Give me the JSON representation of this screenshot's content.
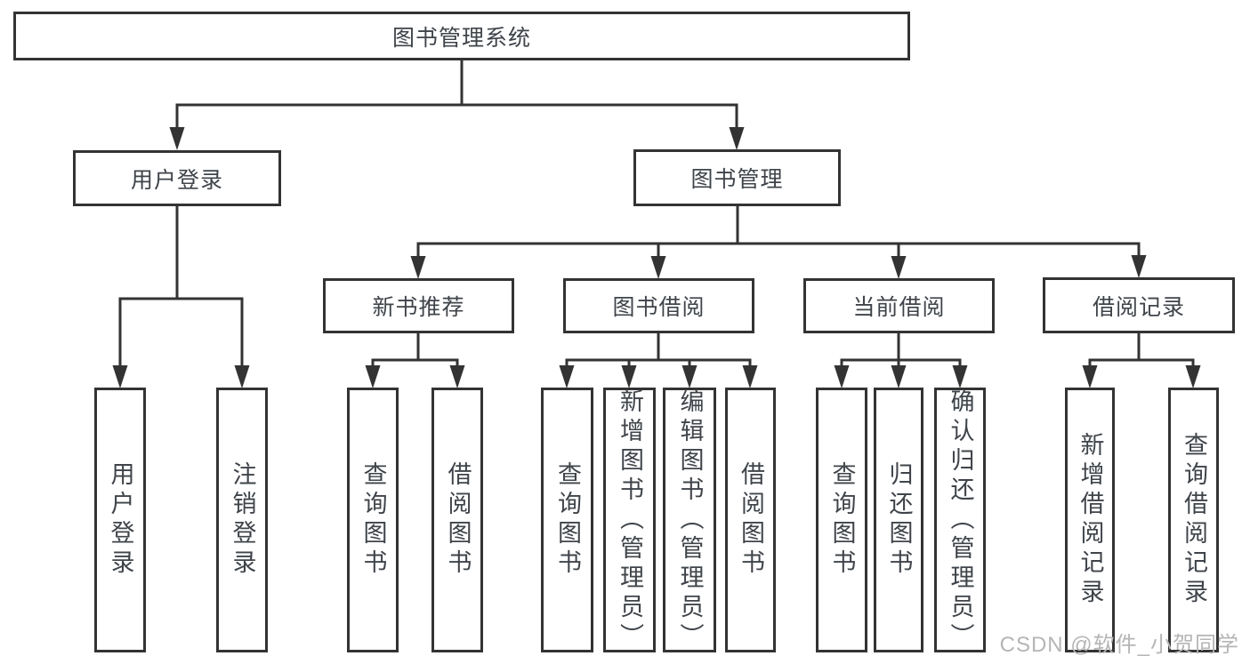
{
  "diagram": {
    "root": {
      "label": "图书管理系统"
    },
    "children": [
      {
        "label": "用户登录",
        "children": [
          {
            "label": "用户登录"
          },
          {
            "label": "注销登录"
          }
        ]
      },
      {
        "label": "图书管理",
        "children": [
          {
            "label": "新书推荐",
            "children": [
              {
                "label": "查询图书"
              },
              {
                "label": "借阅图书"
              }
            ]
          },
          {
            "label": "图书借阅",
            "children": [
              {
                "label": "查询图书"
              },
              {
                "label": "新增图书（管理员）"
              },
              {
                "label": "编辑图书（管理员）"
              },
              {
                "label": "借阅图书"
              }
            ]
          },
          {
            "label": "当前借阅",
            "children": [
              {
                "label": "查询图书"
              },
              {
                "label": "归还图书"
              },
              {
                "label": "确认归还（管理员）"
              }
            ]
          },
          {
            "label": "借阅记录",
            "children": [
              {
                "label": "新增借阅记录"
              },
              {
                "label": "查询借阅记录"
              }
            ]
          }
        ]
      }
    ]
  },
  "watermark": {
    "text": "CSDN @软件_小贺同学"
  },
  "colors": {
    "line": "#333333",
    "text": "#3f444a",
    "watermark": "#b5b5b5",
    "background": "#ffffff"
  }
}
